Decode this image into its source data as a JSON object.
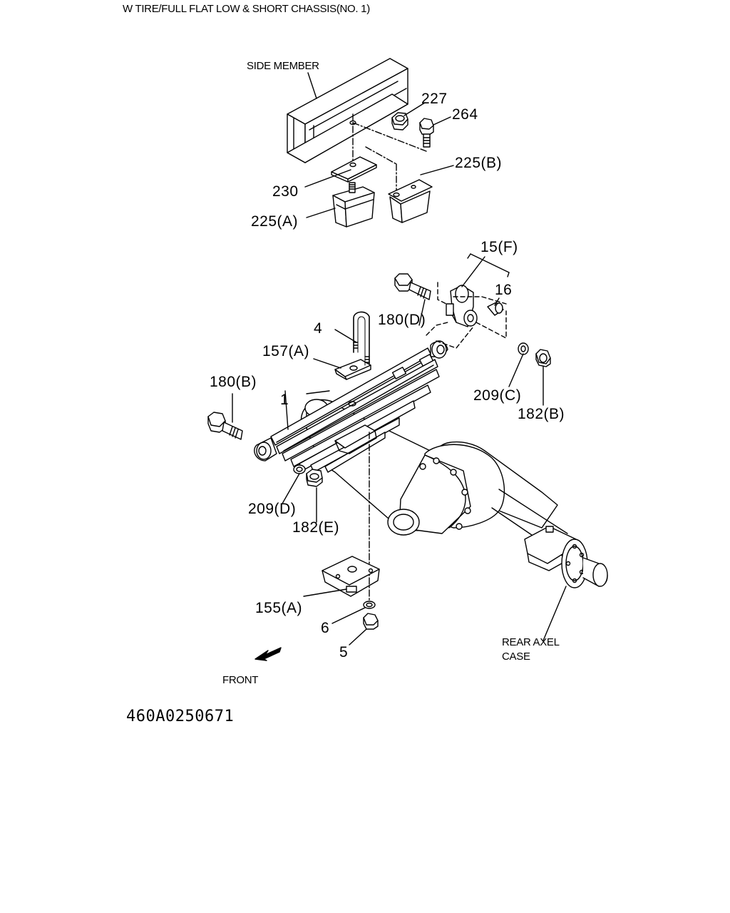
{
  "header": {
    "title": "W TIRE/FULL FLAT LOW & SHORT CHASSIS(NO. 1)"
  },
  "text_labels": {
    "side_member": "SIDE MEMBER",
    "rear_axel_case_line1": "REAR AXEL",
    "rear_axel_case_line2": "CASE",
    "front": "FRONT"
  },
  "parts": {
    "p227": "227",
    "p264": "264",
    "p225b": "225(B)",
    "p230": "230",
    "p225a": "225(A)",
    "p15f": "15(F)",
    "p16": "16",
    "p180d": "180(D)",
    "p4": "4",
    "p157a": "157(A)",
    "p180b": "180(B)",
    "p1": "1",
    "p209c": "209(C)",
    "p182b": "182(B)",
    "p209d": "209(D)",
    "p182e": "182(E)",
    "p155a": "155(A)",
    "p6": "6",
    "p5": "5"
  },
  "footer": {
    "diagram_code": "460A0250671"
  }
}
